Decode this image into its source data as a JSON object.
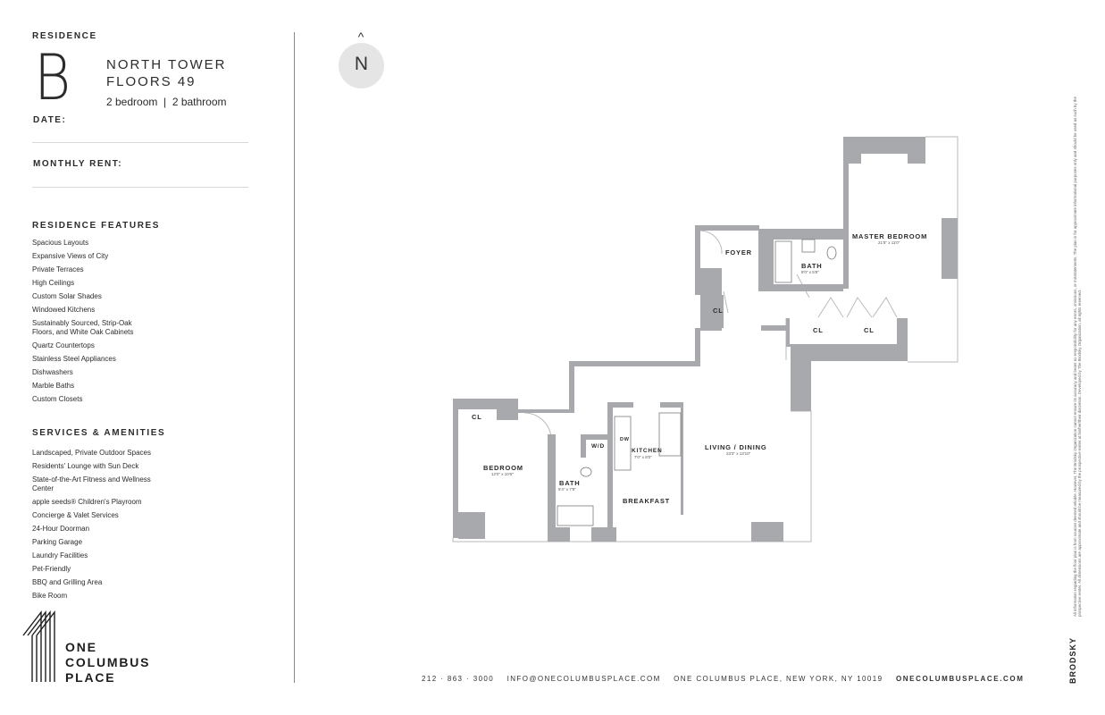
{
  "header": {
    "residence_label": "RESIDENCE",
    "unit": "B",
    "tower": "NORTH TOWER",
    "floors": "FLOORS 49",
    "bedbath": "2 bedroom  |  2 bathroom"
  },
  "form": {
    "date_label": "DATE:",
    "rent_label": "MONTHLY RENT:"
  },
  "features": {
    "title": "RESIDENCE FEATURES",
    "items": [
      "Spacious Layouts",
      "Expansive Views of City",
      "Private Terraces",
      "High Ceilings",
      "Custom Solar Shades",
      "Windowed Kitchens",
      "Sustainably Sourced, Strip-Oak Floors, and White Oak Cabinets",
      "Quartz Countertops",
      "Stainless Steel Appliances",
      "Dishwashers",
      "Marble Baths",
      "Custom Closets"
    ]
  },
  "amenities": {
    "title": "SERVICES & AMENITIES",
    "items": [
      "Landscaped, Private Outdoor Spaces",
      "Residents' Lounge with Sun Deck",
      "State-of-the-Art Fitness and Wellness Center",
      "apple seeds® Children's Playroom",
      "Concierge & Valet Services",
      "24-Hour Doorman",
      "Parking Garage",
      "Laundry Facilities",
      "Pet-Friendly",
      "BBQ and Grilling Area",
      "Bike Room"
    ]
  },
  "logo": {
    "line1": "ONE",
    "line2": "COLUMBUS",
    "line3": "PLACE"
  },
  "compass": {
    "letter": "N",
    "arrow": "^"
  },
  "plan": {
    "foyer": "FOYER",
    "master_bedroom": "MASTER BEDROOM",
    "master_dim": "21'5\" x 11'0\"",
    "bath1": "BATH",
    "bath1_dim": "8'0\" x 5'8\"",
    "cl_a": "CL",
    "cl_b": "CL",
    "cl_c": "CL",
    "cl_d": "CL",
    "bedroom": "BEDROOM",
    "bedroom_dim": "12'0\" x 10'6\"",
    "bath2": "BATH",
    "bath2_dim": "5'4\" x 7'8\"",
    "wd": "W/D",
    "dw": "DW",
    "kitchen": "KITCHEN",
    "kitchen_dim": "7'0\" x 8'0\"",
    "breakfast": "BREAKFAST",
    "living": "LIVING / DINING",
    "living_dim": "23'3\" x 13'10\""
  },
  "footer": {
    "phone": "212 · 863 · 3000",
    "email": "INFO@ONECOLUMBUSPLACE.COM",
    "address": "ONE COLUMBUS PLACE, NEW YORK, NY 10019",
    "website": "ONECOLUMBUSPLACE.COM"
  },
  "fineprint": "All information regarding the floor plan is from sources deemed reliable. However, The Brodsky Organization cannot ensure its accuracy and bears no responsibility for any errors, omissions, or misstatements. The plan is for approximate informational purposes only and should be used as such by the prospective renter. All dimensions are approximate and should be measured by the prospective renter at his/her/their discretion. Developed by The Brodsky Organization, all rights reserved.",
  "brand": "BRODSKY",
  "colors": {
    "wall": "#a7a9ac",
    "text": "#2b2b2b",
    "compass_bg": "#e5e5e6"
  }
}
